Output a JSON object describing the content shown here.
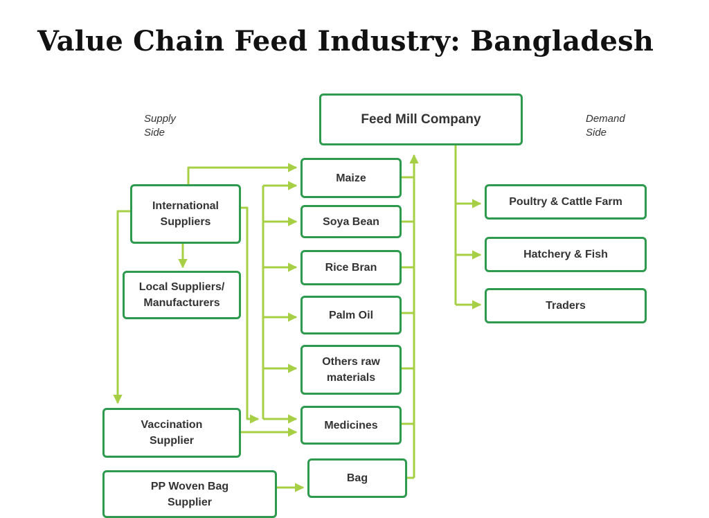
{
  "title": "Value Chain Feed Industry: Bangladesh",
  "supply_side": {
    "line1": "Supply",
    "line2": "Side"
  },
  "demand_side": {
    "line1": "Demand",
    "line2": "Side"
  },
  "nodes": {
    "feed_mill": "Feed Mill Company",
    "international": {
      "line1": "International",
      "line2": "Suppliers"
    },
    "local": {
      "line1": "Local Suppliers/",
      "line2": "Manufacturers"
    },
    "vaccination": {
      "line1": "Vaccination",
      "line2": "Supplier"
    },
    "pp_woven": {
      "line1": "PP Woven Bag",
      "line2": "Supplier"
    },
    "maize": "Maize",
    "soya": "Soya Bean",
    "rice": "Rice Bran",
    "palm": "Palm Oil",
    "others": {
      "line1": "Others raw",
      "line2": "materials"
    },
    "medicines": "Medicines",
    "bag": "Bag",
    "poultry": "Poultry & Cattle Farm",
    "hatchery": "Hatchery & Fish",
    "traders": "Traders"
  },
  "colors": {
    "box_border": "#2e9a4e",
    "connector": "#a6cf45",
    "title": "#111111"
  }
}
